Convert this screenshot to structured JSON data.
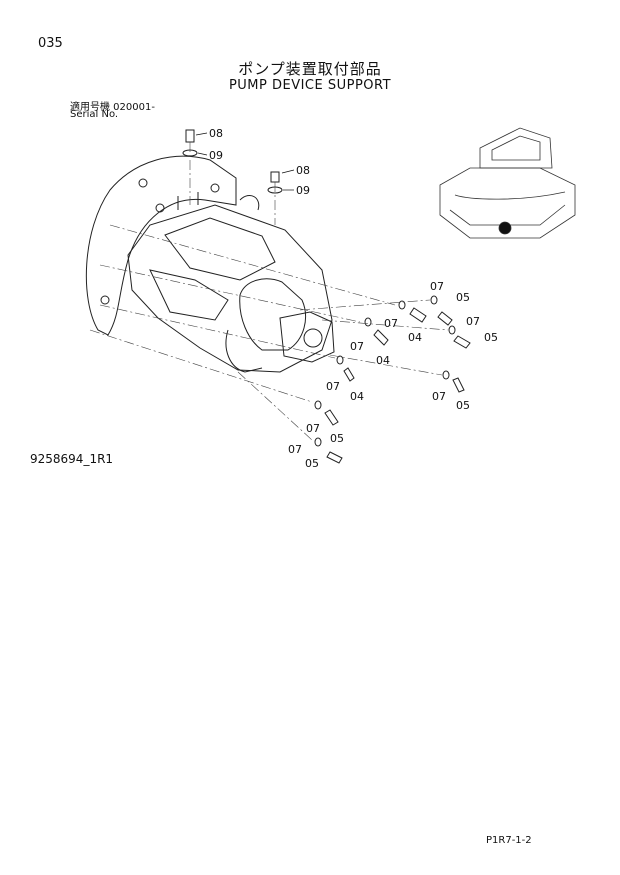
{
  "header": {
    "page_number": "035",
    "title_jp": "ポンプ装置取付部品",
    "title_en": "PUMP DEVICE SUPPORT",
    "serial_label_jp": "適用号機 020001-",
    "serial_label_en": "Serial No."
  },
  "callouts": {
    "c1": "08",
    "c2": "09",
    "c3": "08",
    "c4": "09",
    "c5": "07",
    "c6": "05",
    "c7": "07",
    "c8": "04",
    "c9": "07",
    "c10": "05",
    "c11": "07",
    "c12": "04",
    "c13": "07",
    "c14": "04",
    "c15": "07",
    "c16": "05",
    "c17": "07",
    "c18": "05",
    "c19": "07",
    "c20": "05"
  },
  "footer": {
    "drawing_number": "9258694_1R1",
    "page_code": "P1R7-1-2"
  }
}
